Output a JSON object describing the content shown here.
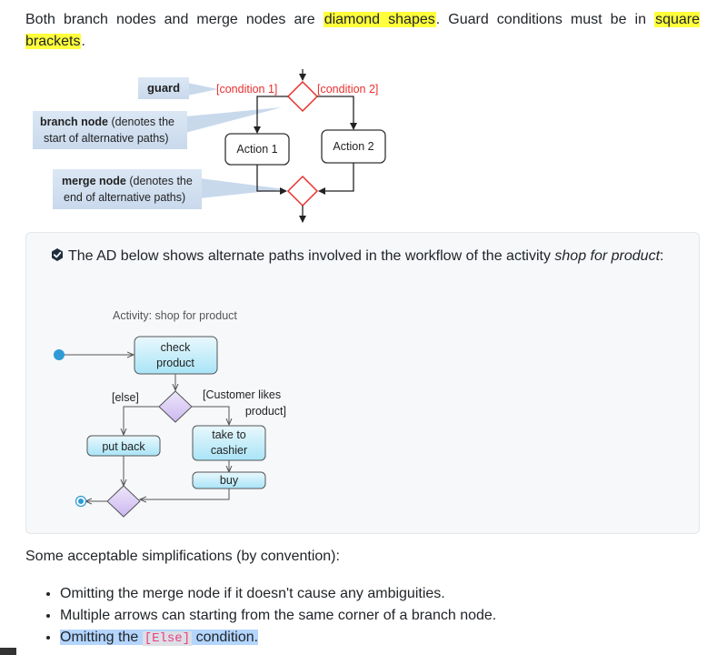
{
  "intro": {
    "text_before": "Both branch nodes and merge nodes are ",
    "highlight1": "diamond shapes",
    "text_middle": ". Guard conditions must be in ",
    "highlight2": "square brackets",
    "text_after": "."
  },
  "diagram1": {
    "guard_label": "guard",
    "branch_label_bold": "branch node",
    "branch_label_rest": " (denotes the",
    "branch_label_line2": "start of alternative paths)",
    "merge_label_bold": "merge node",
    "merge_label_rest": " (denotes the",
    "merge_label_line2": "end of alternative paths)",
    "condition1": "[condition 1]",
    "condition2": "[condition 2]",
    "action1": "Action 1",
    "action2": "Action 2",
    "condition_color": "#e8302e"
  },
  "example_box": {
    "text_before": "The AD below shows alternate paths involved in the workflow of the activity ",
    "text_italic": "shop for product",
    "text_after": ":",
    "icon": "check-shield-icon",
    "diagram": {
      "title": "Activity: shop for product",
      "check_product_line1": "check",
      "check_product_line2": "product",
      "else_guard": "[else]",
      "likes_guard_line1": "[Customer likes",
      "likes_guard_line2": "product]",
      "put_back": "put back",
      "take_to_line1": "take to",
      "take_to_line2": "cashier",
      "buy": "buy",
      "action_fill": "#a9e4f7",
      "diamond_fill": "#d9c9f5"
    }
  },
  "simplifications": {
    "heading": "Some acceptable simplifications (by convention):",
    "items": [
      "Omitting the merge node if it doesn't cause any ambiguities.",
      "Multiple arrows can starting from the same corner of a branch node."
    ],
    "item3_before": "Omitting the ",
    "item3_code": "[Else]",
    "item3_after": " condition."
  }
}
